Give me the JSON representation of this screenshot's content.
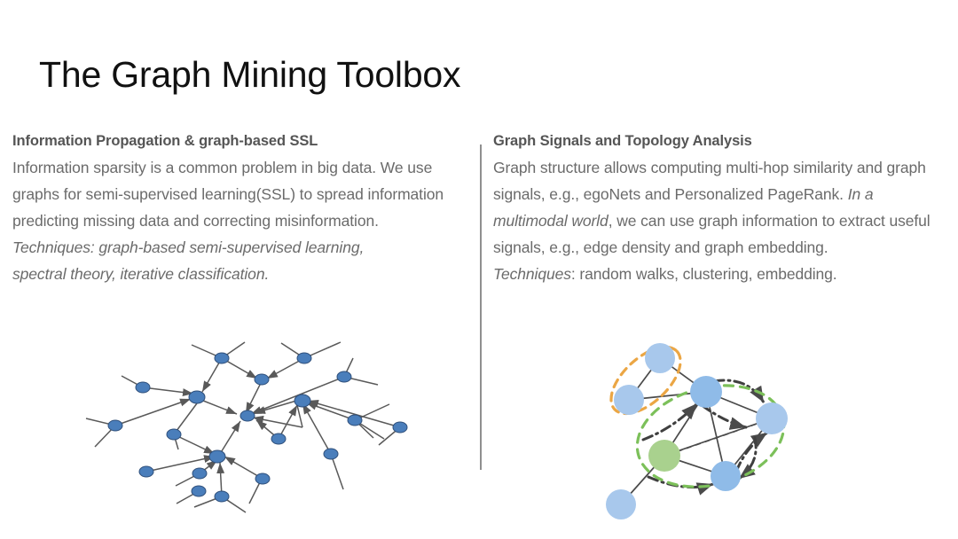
{
  "slide": {
    "title": "The Graph Mining Toolbox",
    "background_color": "#ffffff",
    "title_color": "#111111"
  },
  "divider": {
    "color": "#8f8f8f"
  },
  "columns": {
    "left": {
      "heading": "Information Propagation & graph-based SSL",
      "body_line_1": "Information sparsity is a common problem in big data.",
      "body_line_2": "We use graphs for semi-supervised learning(SSL) to",
      "body_line_3": "spread information predicting missing data and",
      "body_line_4": "correcting misinformation.",
      "techniques_line_1": "Techniques: graph-based semi-supervised learning,",
      "techniques_line_2": "spectral theory, iterative classification.",
      "heading_color": "#555555",
      "body_color": "#6b6b6b"
    },
    "right": {
      "heading": "Graph Signals and Topology Analysis",
      "body_part_1": "Graph structure allows computing multi-hop similarity and graph signals, e.g., egoNets and Personalized PageRank. ",
      "body_italic": "In a multimodal world",
      "body_part_2": ", we can use graph information to extract useful signals, e.g., edge density and graph embedding.",
      "techniques_label": "Techniques",
      "techniques_rest": ": random walks, clustering, embedding.",
      "heading_color": "#555555",
      "body_color": "#6b6b6b"
    }
  },
  "figures": {
    "left_graph": {
      "name": "information-propagation-graph",
      "node_fill": "#4a7ebb",
      "node_stroke": "#2f4f7a",
      "edge_color": "#595959",
      "node_shape": "ellipse",
      "directed": true,
      "node_count": 20,
      "caption": "directed graph with blue elliptical nodes and arrows converging on hub nodes"
    },
    "right_graph": {
      "name": "graph-signals-topology-graph",
      "node_fill": "#a8c8ec",
      "node_stroke": "#a8c8ec",
      "highlight_node_fill": "#a9d18e",
      "edge_color": "#4a4a4a",
      "cluster_orange_color": "#eba644",
      "cluster_green_color": "#7cc05a",
      "node_count": 7,
      "cluster_count": 2,
      "caption": "graph with two dashed cluster ellipses (orange and green) and dash-dot random-walk arrows"
    }
  }
}
